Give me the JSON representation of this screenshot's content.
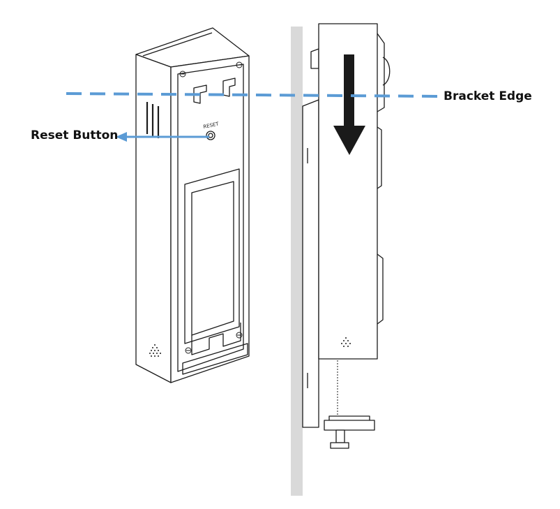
{
  "labels": {
    "reset_button": "Reset Button",
    "bracket_edge": "Bracket Edge",
    "reset_tag": "RESET"
  },
  "colors": {
    "callout": "#5b9bd5",
    "wall": "#d9d9d9",
    "line": "#1a1a1a"
  },
  "icons": [
    "speaker-grille-icon",
    "down-arrow-icon",
    "led-dots-icon",
    "screw-icon"
  ]
}
